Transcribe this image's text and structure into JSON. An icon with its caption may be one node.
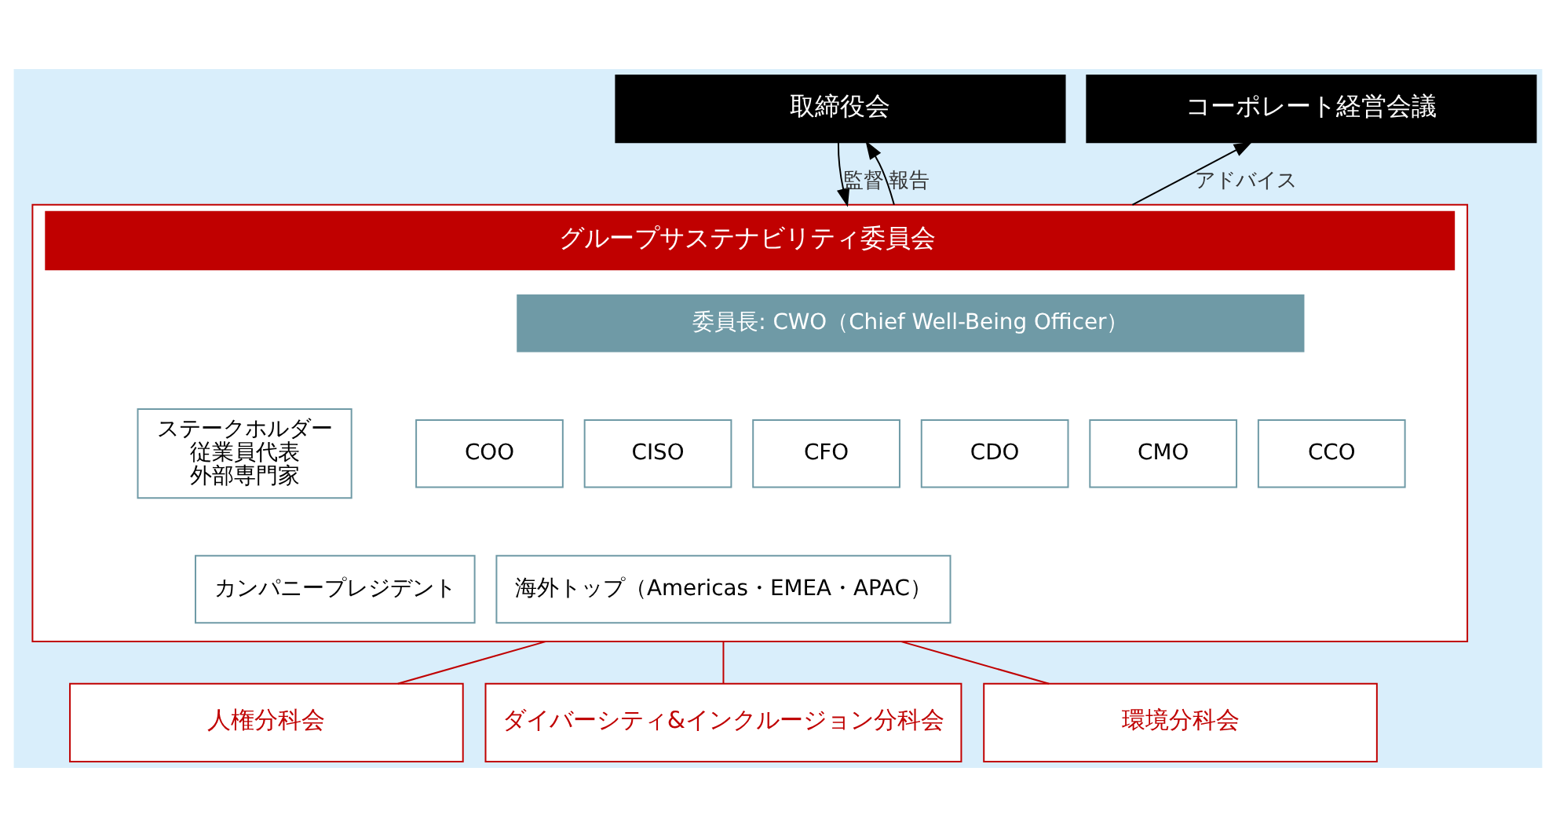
{
  "diagram": {
    "nodes": [
      {
        "text": [
          "取締役会"
        ]
      },
      {
        "text": [
          "コーポレート経営会議"
        ]
      },
      {
        "text": [
          "グループサステナビリティ委員会"
        ]
      },
      {
        "text": [
          "委員長: CWO（Chief Well-Being Officer）"
        ],
        "in": 2
      },
      {
        "text": [
          "COO"
        ],
        "in": 2
      },
      {
        "text": [
          "CISO"
        ],
        "in": 2
      },
      {
        "text": [
          "CFO"
        ],
        "in": 2
      },
      {
        "text": [
          "CDO"
        ],
        "in": 2
      },
      {
        "text": [
          "CMO"
        ],
        "in": 2
      },
      {
        "text": [
          "CCO"
        ],
        "in": 2
      },
      {
        "text": [
          "ステークホルダー",
          "従業員代表",
          "外部専門家"
        ],
        "in": 2
      },
      {
        "text": [
          "カンパニープレジデント"
        ],
        "in": 2
      },
      {
        "text": [
          "海外トップ（Americas・EMEA・APAC）"
        ],
        "in": 2
      },
      {
        "text": [
          "人権分科会"
        ]
      },
      {
        "text": [
          "ダイバーシティ&インクルージョン分科会"
        ]
      },
      {
        "text": [
          "環境分科会"
        ]
      }
    ],
    "edges": [
      {
        "from": 0,
        "to": 2,
        "arrow": "to",
        "label": "監督",
        "color": "#000000"
      },
      {
        "from": 2,
        "to": 0,
        "arrow": "to",
        "label": "報告",
        "color": "#000000"
      },
      {
        "from": 2,
        "to": 1,
        "arrow": "to",
        "label": "アドバイス",
        "color": "#000000"
      },
      {
        "from": 2,
        "to": 13,
        "arrow": "none",
        "color": "#c00000"
      },
      {
        "from": 2,
        "to": 14,
        "arrow": "none",
        "color": "#c00000"
      },
      {
        "from": 2,
        "to": 15,
        "arrow": "none",
        "color": "#c00000"
      }
    ]
  }
}
